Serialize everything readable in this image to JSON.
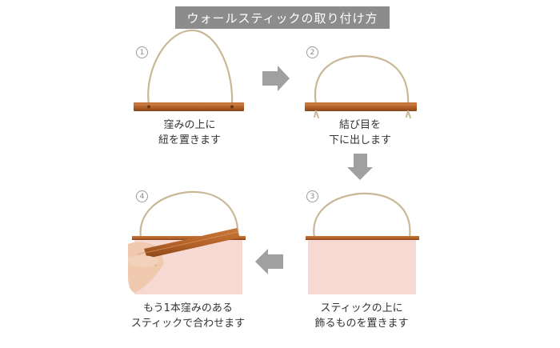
{
  "title": "ウォールスティックの取り付け方",
  "steps": [
    {
      "number": "1",
      "caption_line1": "窪みの上に",
      "caption_line2": "紐を置きます"
    },
    {
      "number": "2",
      "caption_line1": "結び目を",
      "caption_line2": "下に出します"
    },
    {
      "number": "3",
      "caption_line1": "スティックの上に",
      "caption_line2": "飾るものを置きます"
    },
    {
      "number": "4",
      "caption_line1": "もう1本窪みのある",
      "caption_line2": "スティックで合わせます"
    }
  ],
  "colors": {
    "banner": "#8c8c8c",
    "arrow": "#a0a0a0",
    "wood": "#b5652a",
    "wood_dark": "#8a4518",
    "cord": "#c8b896",
    "paper": "#f7d9d3",
    "skin": "#f0c9ae"
  },
  "icons": [
    "arrow-right-icon",
    "arrow-down-icon",
    "arrow-left-icon"
  ]
}
